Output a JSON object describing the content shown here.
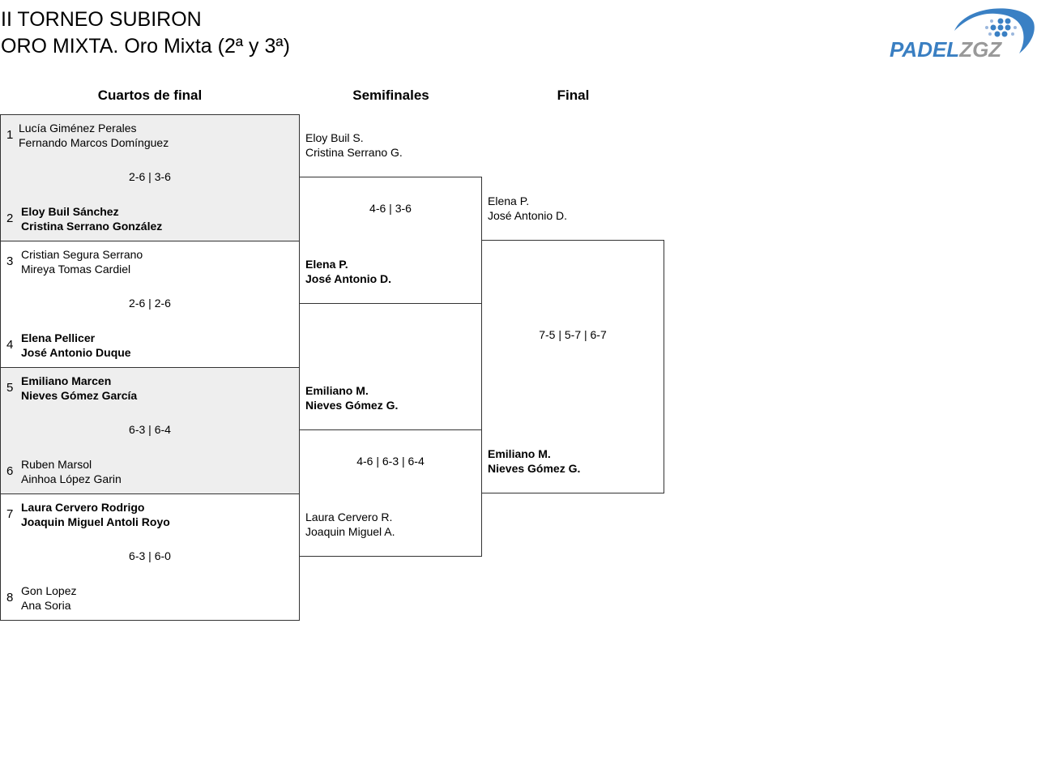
{
  "header": {
    "title_line1": "II TORNEO SUBIRON",
    "title_line2": "ORO MIXTA. Oro Mixta (2ª y 3ª)",
    "logo_text": "PADELZGZ"
  },
  "rounds": [
    "Cuartos de final",
    "Semifinales",
    "Final"
  ],
  "quarterfinals": [
    {
      "seed_a": "1",
      "a1": "Lucía Giménez Perales",
      "a2": "Fernando Marcos Domínguez",
      "score": "2-6 | 3-6",
      "seed_b": "2",
      "b1": "Eloy Buil Sánchez",
      "b2": "Cristina Serrano González"
    },
    {
      "seed_a": "3",
      "a1": "Cristian Segura Serrano",
      "a2": "Mireya Tomas Cardiel",
      "score": "2-6 | 2-6",
      "seed_b": "4",
      "b1": "Elena Pellicer",
      "b2": "José Antonio Duque"
    },
    {
      "seed_a": "5",
      "a1": "Emiliano Marcen",
      "a2": "Nieves Gómez García",
      "score": "6-3 | 6-4",
      "seed_b": "6",
      "b1": "Ruben Marsol",
      "b2": "Ainhoa López Garin"
    },
    {
      "seed_a": "7",
      "a1": "Laura Cervero Rodrigo",
      "a2": "Joaquin Miguel Antoli Royo",
      "score": "6-3 | 6-0",
      "seed_b": "8",
      "b1": "Gon Lopez",
      "b2": "Ana Soria"
    }
  ],
  "semifinals": [
    {
      "a1": "Eloy Buil S.",
      "a2": "Cristina Serrano G.",
      "score": "4-6 | 3-6",
      "b1": "Elena P.",
      "b2": "José Antonio D."
    },
    {
      "a1": "Emiliano M.",
      "a2": "Nieves Gómez G.",
      "score": "4-6 | 6-3 | 6-4",
      "b1": "Laura Cervero R.",
      "b2": "Joaquin Miguel A."
    }
  ],
  "final": {
    "a1": "Elena P.",
    "a2": "José Antonio D.",
    "score": "7-5 | 5-7 | 6-7",
    "b1": "Emiliano M.",
    "b2": "Nieves Gómez G."
  }
}
